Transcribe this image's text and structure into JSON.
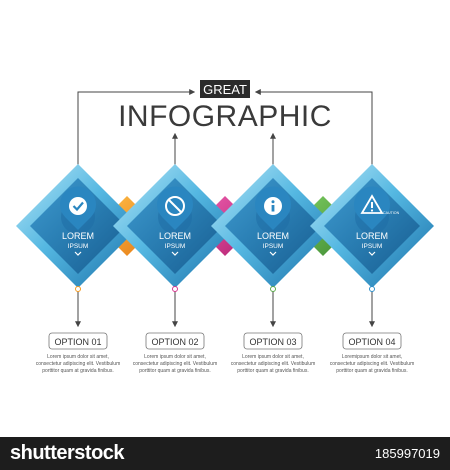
{
  "header": {
    "badge_text": "GREAT",
    "title": "INFOGRAPHIC"
  },
  "steps": [
    {
      "icon": "check-icon",
      "label_line1": "LOREM",
      "label_line2": "IPSUM",
      "option_label": "OPTION 01",
      "desc": [
        "Lorem ipsum dolor sit amet,",
        "consectetur adipiscing elit. Vestibulum",
        "porttitor quam at gravida finibus."
      ]
    },
    {
      "icon": "no-entry-icon",
      "label_line1": "LOREM",
      "label_line2": "IPSUM",
      "option_label": "OPTION 02",
      "desc": [
        "Lorem ipsum dolor sit amet,",
        "consectetur adipiscing elit. Vestibulum",
        "porttitor quam at gravida finibus."
      ]
    },
    {
      "icon": "info-icon",
      "label_line1": "LOREM",
      "label_line2": "IPSUM",
      "option_label": "OPTION 03",
      "desc": [
        "Lorem ipsum dolor sit amet,",
        "consectetur adipiscing elit. Vestibulum",
        "porttitor quam at gravida finibus."
      ]
    },
    {
      "icon": "caution-icon",
      "label_line1": "LOREM",
      "label_line2": "IPSUM",
      "option_label": "OPTION 04",
      "icon_caption": "CAUTION",
      "desc": [
        "Loremipsum dolor sit amet,",
        "consectetur adipiscing elit. Vestibulum",
        "porttitor quam at gravida finibus."
      ]
    }
  ],
  "connectors": [
    {
      "color": "#f59a1f"
    },
    {
      "color": "#d6358e"
    },
    {
      "color": "#5aa84a"
    }
  ],
  "colors": {
    "diamond_light": "#a3dcf2",
    "diamond_mid": "#49b2df",
    "diamond_dark": "#1b6fa6",
    "arrow": "#444444"
  },
  "footer": {
    "logo": "shutterstock",
    "image_id": "185997019"
  }
}
